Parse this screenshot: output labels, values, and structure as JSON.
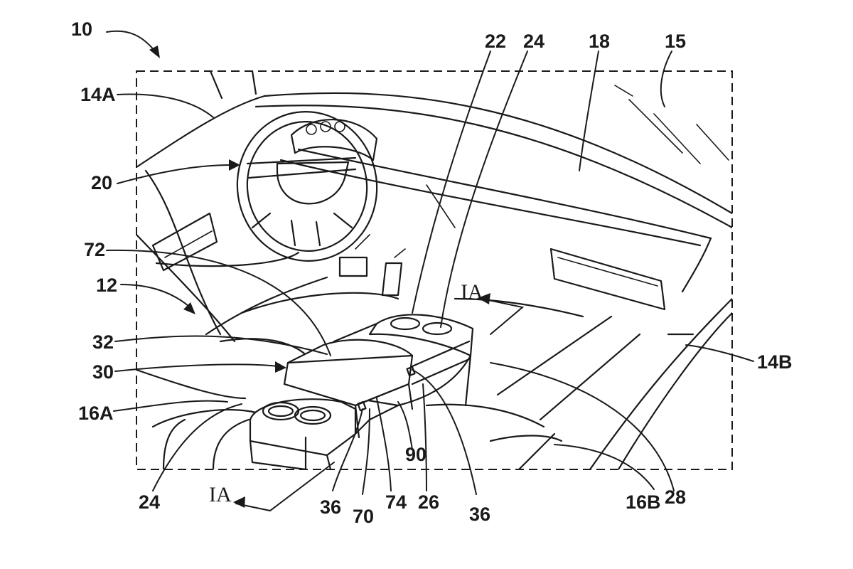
{
  "figure": {
    "labels": {
      "l10": "10",
      "l22": "22",
      "l24_top": "24",
      "l18": "18",
      "l15": "15",
      "l14A": "14A",
      "l20": "20",
      "l72": "72",
      "l12": "12",
      "l32": "32",
      "l30": "30",
      "l16A": "16A",
      "l14B": "14B",
      "lIA_top": "IA",
      "lIA_bottom": "IA",
      "l24_bottom": "24",
      "l36_left": "36",
      "l70": "70",
      "l74": "74",
      "l90": "90",
      "l26": "26",
      "l36_right": "36",
      "l16B": "16B",
      "l28": "28"
    }
  }
}
